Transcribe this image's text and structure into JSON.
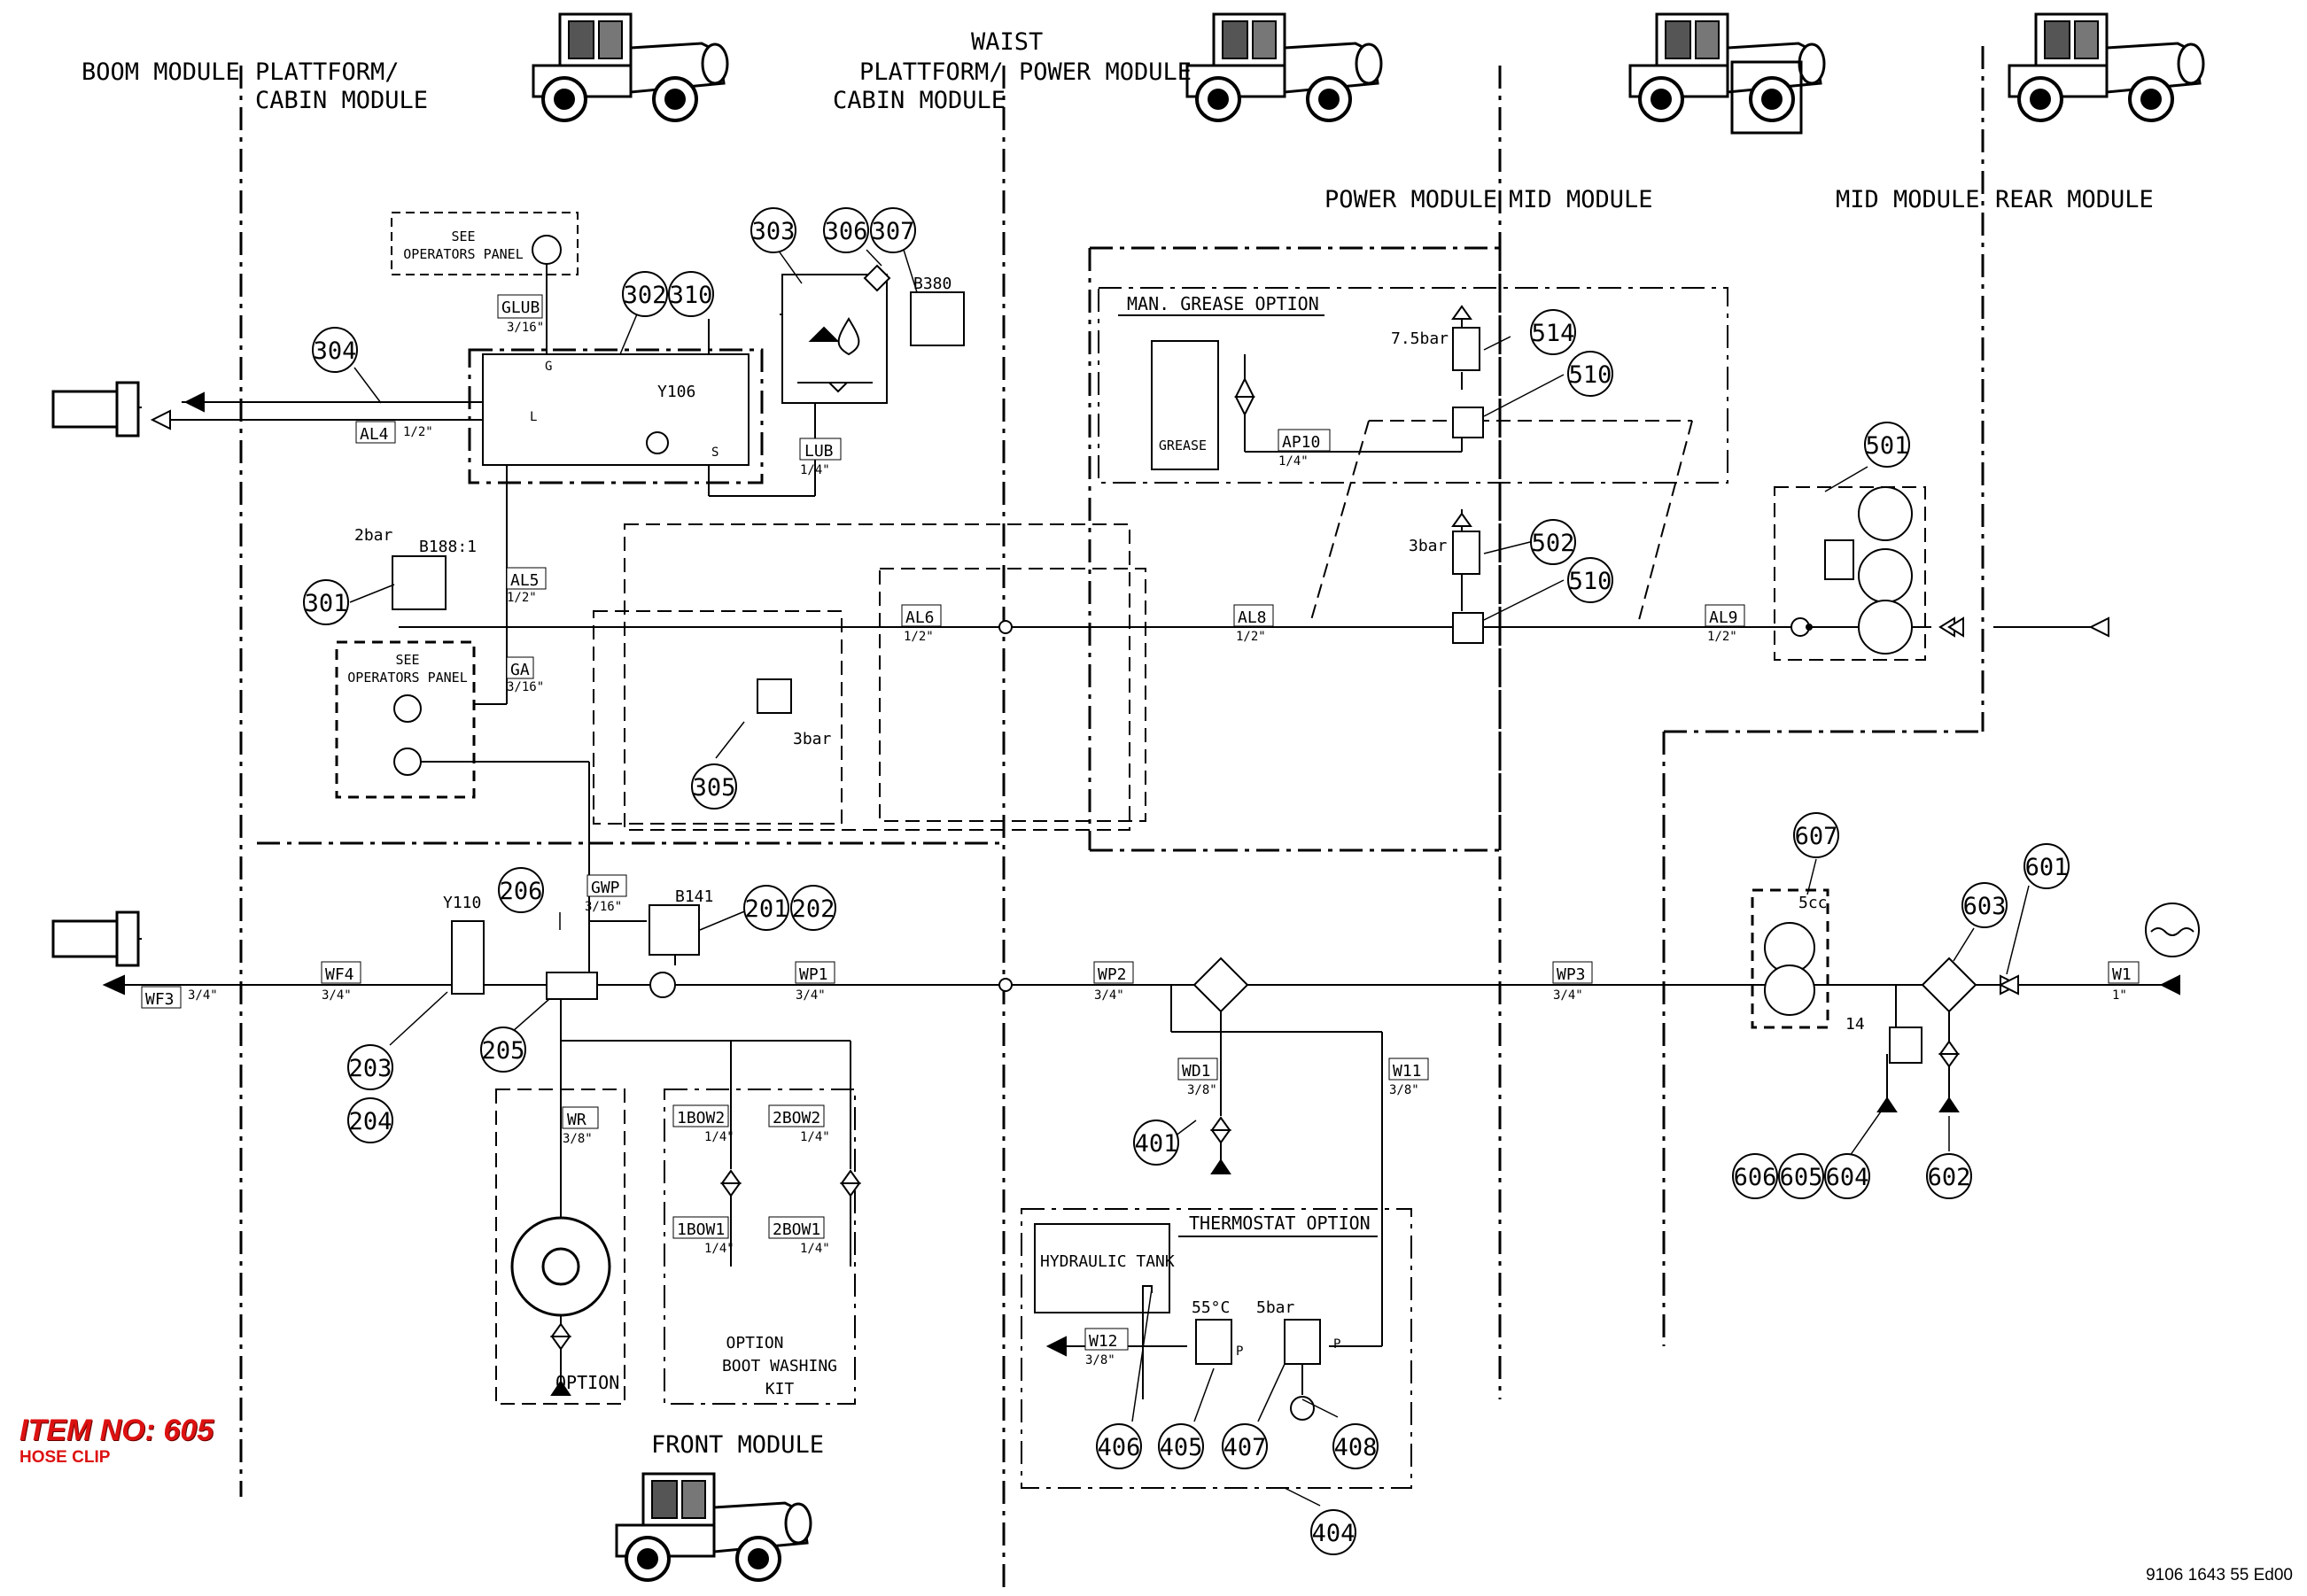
{
  "modules": {
    "boom": "BOOM MODULE",
    "plattform_cabin_1": "PLATTFORM/",
    "plattform_cabin_2": "CABIN MODULE",
    "waist": "WAIST",
    "waist_plattform_1": "PLATTFORM/",
    "waist_plattform_2": "CABIN MODULE",
    "power": "POWER MODULE",
    "power_right": "POWER MODULE",
    "mid_left": "MID MODULE",
    "mid_right": "MID MODULE",
    "rear": "REAR MODULE",
    "front": "FRONT MODULE"
  },
  "panels": {
    "see_ops_1a": "SEE",
    "see_ops_1b": "OPERATORS PANEL",
    "see_ops_2a": "SEE",
    "see_ops_2b": "OPERATORS PANEL",
    "man_grease": "MAN. GREASE OPTION",
    "grease": "GREASE",
    "thermostat": "THERMOSTAT OPTION",
    "hydraulic_tank": "HYDRAULIC TANK",
    "option": "OPTION",
    "boot_washing_1": "OPTION",
    "boot_washing_2": "BOOT WASHING",
    "boot_washing_3": "KIT"
  },
  "lines": {
    "GLUB": {
      "name": "GLUB",
      "size": "3/16\""
    },
    "AL4": {
      "name": "AL4",
      "size": "1/2\""
    },
    "LUB": {
      "name": "LUB",
      "size": "1/4\""
    },
    "AL5": {
      "name": "AL5",
      "size": "1/2\""
    },
    "GA": {
      "name": "GA",
      "size": "3/16\""
    },
    "AL6": {
      "name": "AL6",
      "size": "1/2\""
    },
    "AL8": {
      "name": "AL8",
      "size": "1/2\""
    },
    "AL9": {
      "name": "AL9",
      "size": "1/2\""
    },
    "AP10": {
      "name": "AP10",
      "size": "1/4\""
    },
    "GWP": {
      "name": "GWP",
      "size": "3/16\""
    },
    "WF3": {
      "name": "WF3",
      "size": "3/4\""
    },
    "WF4": {
      "name": "WF4",
      "size": "3/4\""
    },
    "WP1": {
      "name": "WP1",
      "size": "3/4\""
    },
    "WP2": {
      "name": "WP2",
      "size": "3/4\""
    },
    "WP3": {
      "name": "WP3",
      "size": "3/4\""
    },
    "W1": {
      "name": "W1",
      "size": "1\""
    },
    "WD1": {
      "name": "WD1",
      "size": "3/8\""
    },
    "W11": {
      "name": "W11",
      "size": "3/8\""
    },
    "W12": {
      "name": "W12",
      "size": "3/8\""
    },
    "WR": {
      "name": "WR",
      "size": "3/8\""
    },
    "1BOW2": {
      "name": "1BOW2",
      "size": "1/4\""
    },
    "2BOW2": {
      "name": "2BOW2",
      "size": "1/4\""
    },
    "1BOW1": {
      "name": "1BOW1",
      "size": "1/4\""
    },
    "2BOW1": {
      "name": "2BOW1",
      "size": "1/4\""
    }
  },
  "components": {
    "y106": "Y106",
    "y110": "Y110",
    "b380": "B380",
    "b188": "B188:1",
    "b141": "B141",
    "p_2bar": "2bar",
    "p_3bar_305": "3bar",
    "p_3bar_502": "3bar",
    "p_75bar": "7.5bar",
    "p_5bar": "5bar",
    "t_55c": "55°C",
    "v_5cc": "5cc",
    "n_14": "14",
    "port_G": "G",
    "port_L": "L",
    "port_S": "S",
    "port_P1": "P",
    "port_P2": "P"
  },
  "callouts": {
    "c201": "201",
    "c202": "202",
    "c203": "203",
    "c204": "204",
    "c205": "205",
    "c206": "206",
    "c301": "301",
    "c302": "302",
    "c303": "303",
    "c304": "304",
    "c305": "305",
    "c306": "306",
    "c307": "307",
    "c310": "310",
    "c401": "401",
    "c404": "404",
    "c405": "405",
    "c406": "406",
    "c407": "407",
    "c408": "408",
    "c501": "501",
    "c502": "502",
    "c510a": "510",
    "c510b": "510",
    "c514": "514",
    "c601": "601",
    "c602": "602",
    "c603": "603",
    "c604": "604",
    "c605": "605",
    "c606": "606",
    "c607": "607"
  },
  "item": {
    "title": "ITEM NO: 605",
    "subtitle": "HOSE CLIP"
  },
  "doc_number": "9106 1643 55 Ed00",
  "colors": {
    "line": "#000000",
    "item_text": "#dd1111"
  }
}
